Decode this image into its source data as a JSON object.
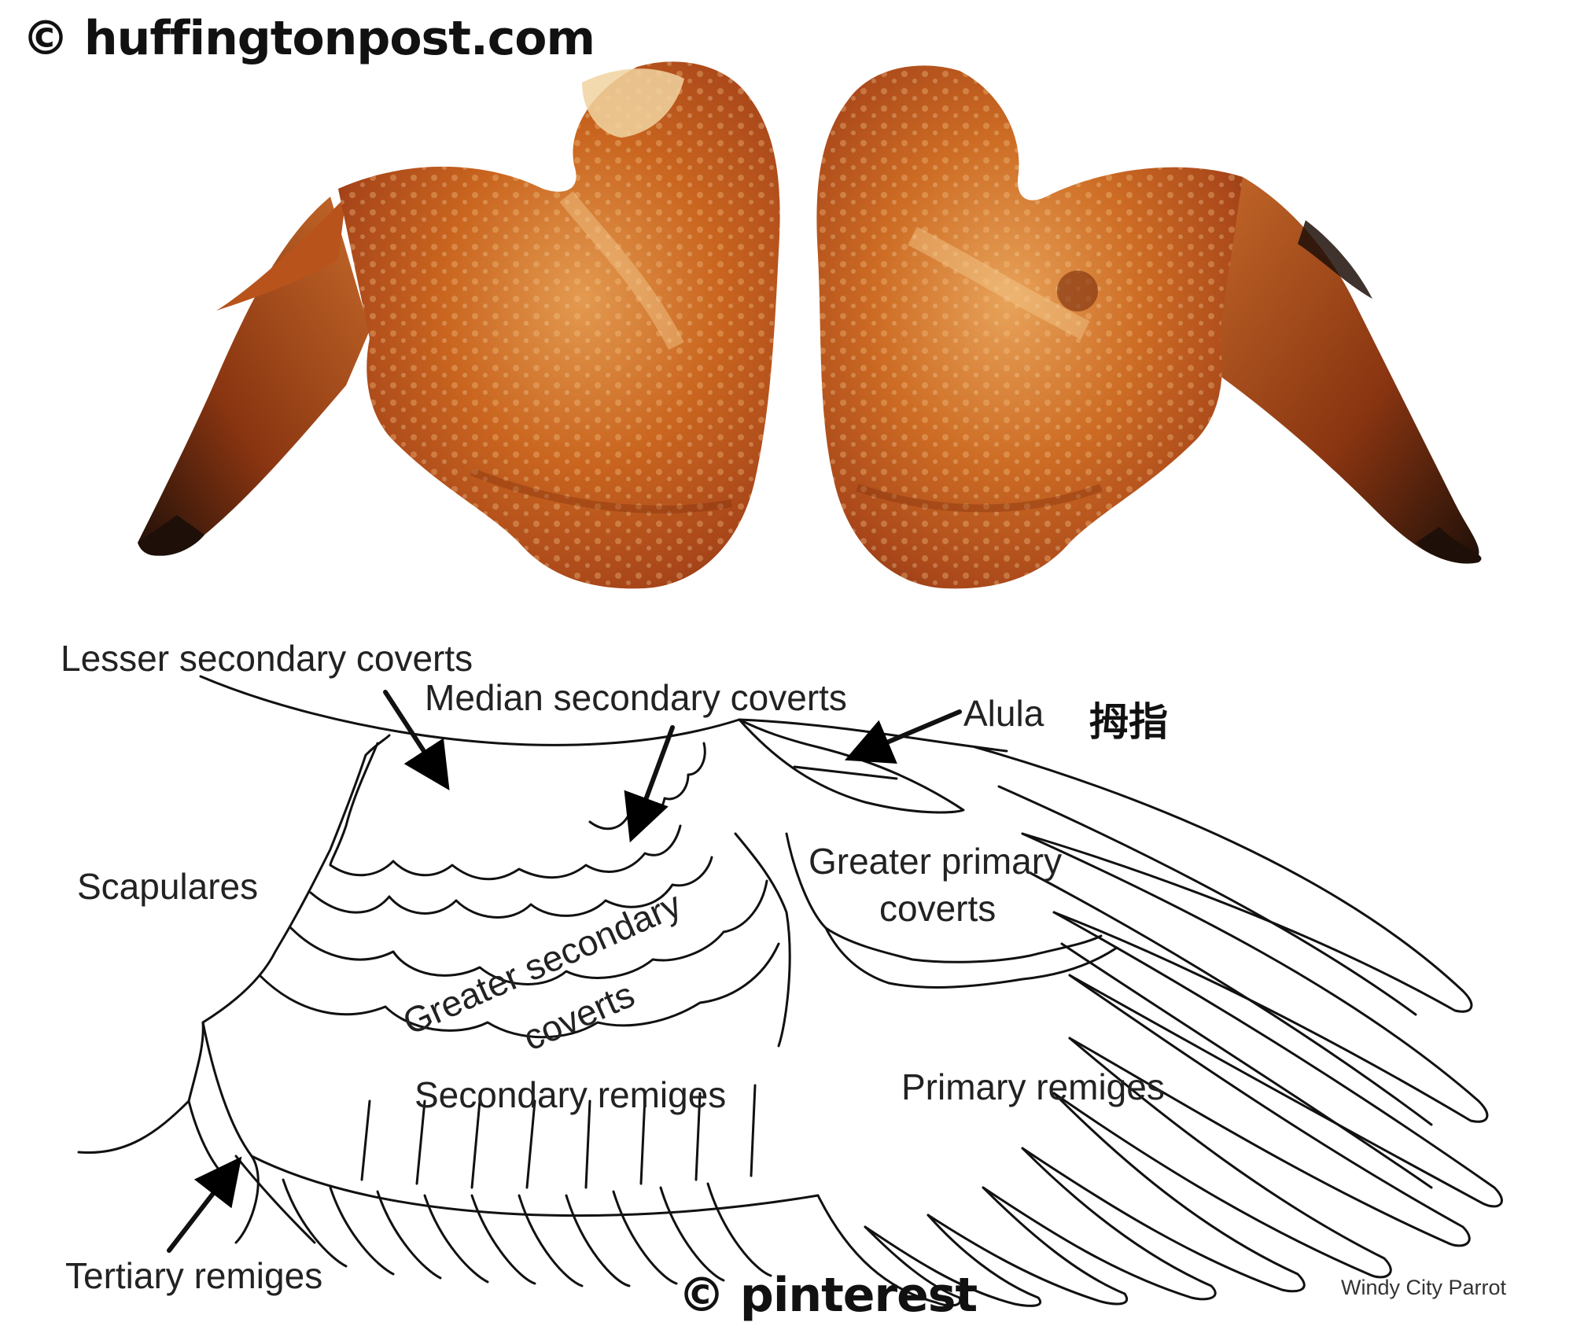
{
  "credits": {
    "top": "© huffingtonpost.com",
    "bottom": "© pinterest",
    "diagram_author": "Windy City Parrot"
  },
  "photo": {
    "left_wing": "roasted-chicken-wing-left",
    "right_wing": "roasted-chicken-wing-right",
    "colors": {
      "glaze_dark": "#9c3a10",
      "glaze_mid": "#c9651f",
      "glaze_light": "#e8a35a",
      "skin_pale": "#f1d3a0",
      "tip": "#1e0f08"
    }
  },
  "diagram": {
    "labels": {
      "lesser_secondary_coverts": "Lesser secondary coverts",
      "median_secondary_coverts": "Median secondary coverts",
      "alula": "Alula",
      "alula_cn": "拇指",
      "scapulares": "Scapulares",
      "greater_secondary_coverts_1": "Greater secondary",
      "greater_secondary_coverts_2": "coverts",
      "greater_primary_coverts_1": "Greater primary",
      "greater_primary_coverts_2": "coverts",
      "secondary_remiges": "Secondary remiges",
      "primary_remiges": "Primary remiges",
      "tertiary_remiges": "Tertiary remiges"
    }
  }
}
